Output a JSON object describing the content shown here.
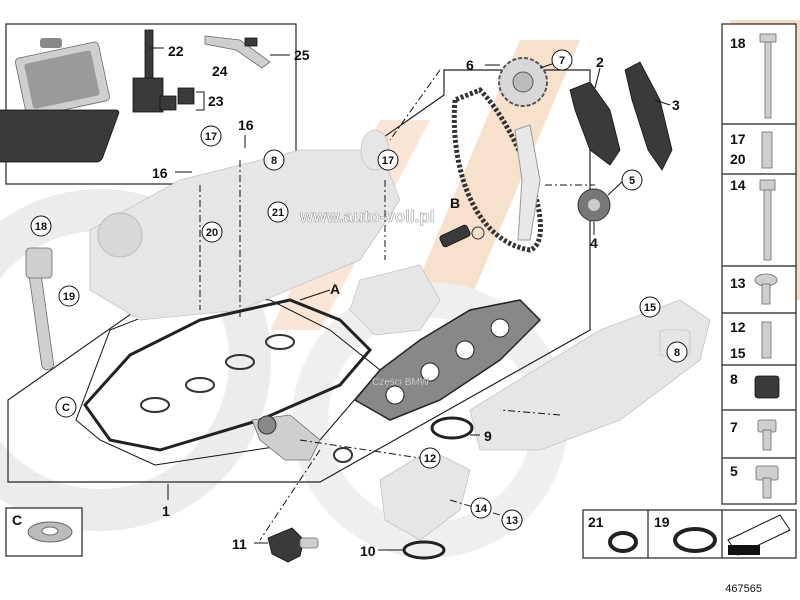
{
  "diagram_id": "467565",
  "watermarks": [
    "www.auto-voll.pl",
    "Części BMW"
  ],
  "callouts": {
    "c1": "1",
    "c2": "2",
    "c3": "3",
    "c4": "4",
    "c5": "5",
    "c6": "6",
    "c7": "7",
    "c8": "8",
    "c9": "9",
    "c10": "10",
    "c11": "11",
    "c12": "12",
    "c13": "13",
    "c14": "14",
    "c15": "15",
    "c16": "16",
    "c17": "17",
    "c18": "18",
    "c19": "19",
    "c20": "20",
    "c21": "21",
    "c22": "22",
    "c23": "23",
    "c24": "24",
    "c25": "25",
    "cA": "A",
    "cB": "B",
    "cC": "C"
  },
  "side_panel": [
    {
      "label": "18"
    },
    {
      "label": "17",
      "label2": "20"
    },
    {
      "label": "14"
    },
    {
      "label": "13"
    },
    {
      "label": "12",
      "label2": "15"
    },
    {
      "label": "8"
    },
    {
      "label": "7"
    },
    {
      "label": "5"
    }
  ],
  "bottom_panels": {
    "c_label": "C",
    "p21_label": "21",
    "p19_label": "19"
  },
  "colors": {
    "accent_peach": "#f6dcc4",
    "watermark_grey": "#ececec",
    "part_grey": "#cfcfcf",
    "dark_part": "#3a3a3a"
  }
}
